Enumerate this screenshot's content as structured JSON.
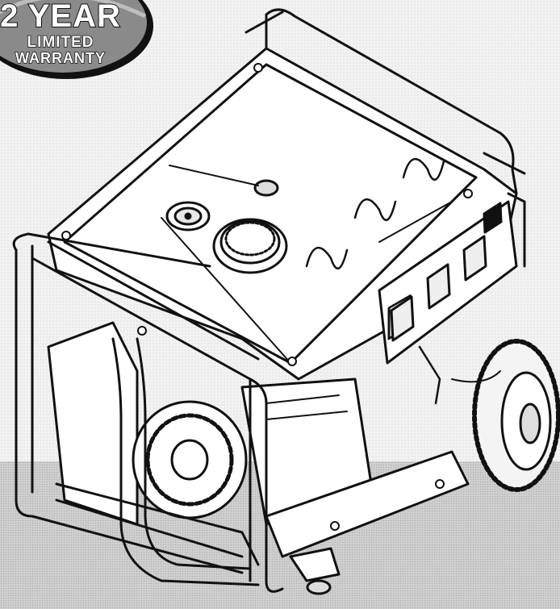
{
  "badge": {
    "year": "2 YEAR",
    "line1": "LIMITED",
    "line2": "WARRANTY"
  },
  "illustration": {
    "icon": "portable-generator-line-drawing"
  },
  "colors": {
    "badge_fill": "#8a8a8a",
    "line_art": "#111111",
    "background_upper": "#f2f2f2",
    "background_lower": "#cfcfcf"
  }
}
